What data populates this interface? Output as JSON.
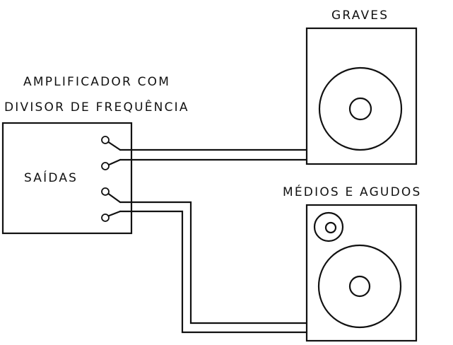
{
  "labels": {
    "amplifier_line1": "AMPLIFICADOR COM",
    "amplifier_line2": "DIVISOR DE FREQUÊNCIA",
    "outputs": "SAÍDAS",
    "woofer": "GRAVES",
    "mid_tweeter": "MÉDIOS E AGUDOS"
  },
  "colors": {
    "ink": "#111111",
    "paper": "#ffffff"
  }
}
